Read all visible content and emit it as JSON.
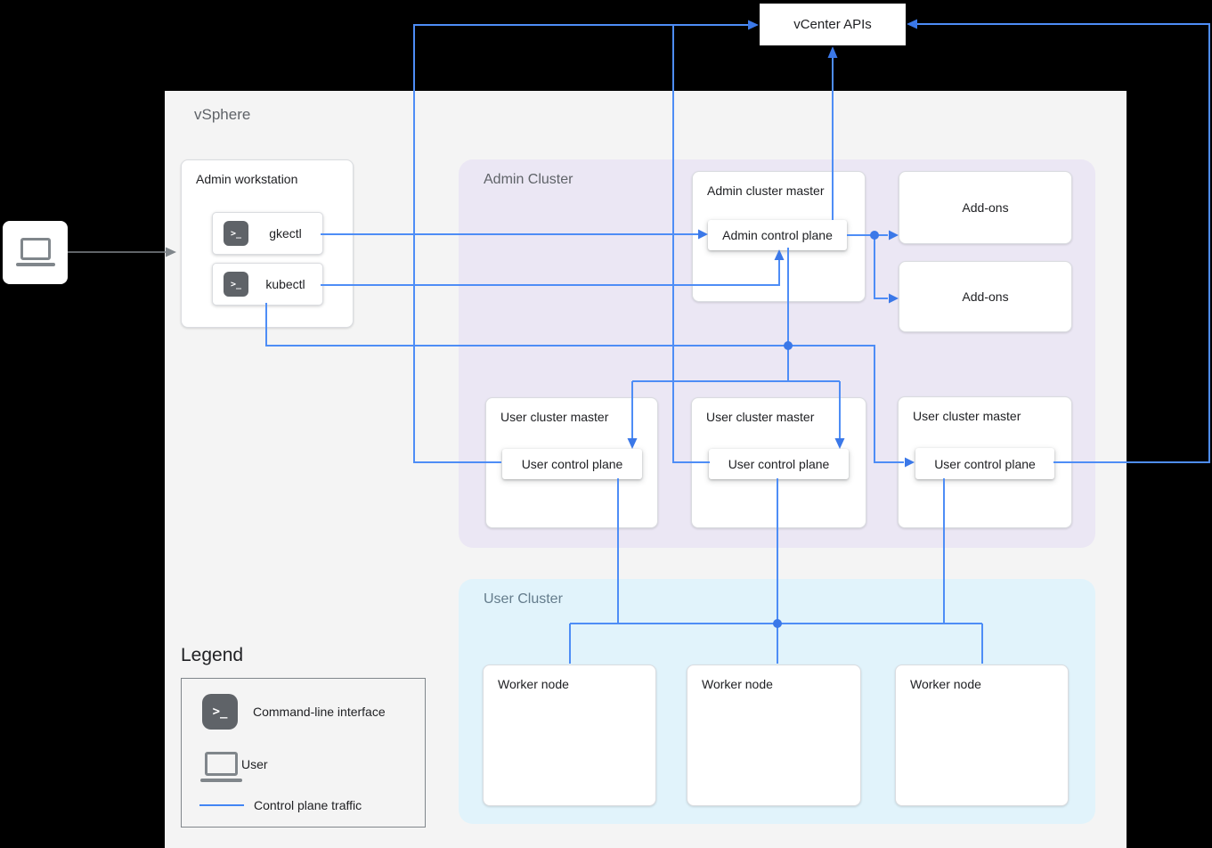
{
  "vcenter_apis": {
    "label": "vCenter APIs"
  },
  "vsphere": {
    "label": "vSphere",
    "admin_workstation": {
      "title": "Admin workstation",
      "tools": [
        {
          "icon": "terminal-icon",
          "label": "gkectl"
        },
        {
          "icon": "terminal-icon",
          "label": "kubectl"
        }
      ]
    },
    "admin_cluster": {
      "label": "Admin Cluster",
      "admin_master": {
        "title": "Admin cluster master",
        "control_plane": "Admin control plane"
      },
      "addons": [
        "Add-ons",
        "Add-ons"
      ],
      "user_masters": [
        {
          "title": "User cluster master",
          "control_plane": "User control plane"
        },
        {
          "title": "User cluster master",
          "control_plane": "User control plane"
        },
        {
          "title": "User cluster master",
          "control_plane": "User control plane"
        }
      ]
    },
    "user_cluster": {
      "label": "User Cluster",
      "worker_nodes": [
        "Worker node",
        "Worker node",
        "Worker node"
      ]
    },
    "legend": {
      "title": "Legend",
      "items": [
        {
          "icon": "terminal-icon",
          "label": "Command-line interface"
        },
        {
          "icon": "laptop-icon",
          "label": "User"
        },
        {
          "icon": "control-plane-traffic-line",
          "label": "Control plane traffic"
        }
      ]
    }
  },
  "colors": {
    "control_plane_traffic_line": "#4e8df6",
    "junction_and_arrow": "#3b78e8",
    "user_arrow_gray": "#80868b",
    "vsphere_bg": "#f4f4f4",
    "admin_cluster_bg": "#ebe7f4",
    "user_cluster_bg": "#e1f3fb",
    "terminal_icon_bg": "#5f6368"
  }
}
